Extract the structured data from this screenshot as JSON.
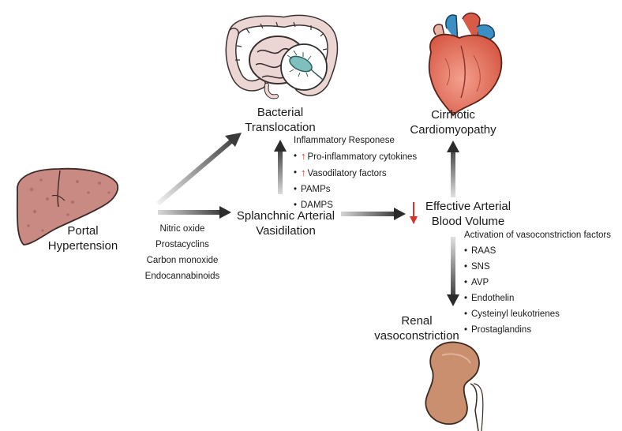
{
  "nodes": {
    "portal": {
      "line1": "Portal",
      "line2": "Hypertension"
    },
    "bacterial": {
      "line1": "Bacterial",
      "line2": "Translocation"
    },
    "cardio": {
      "line1": "Cirrhotic",
      "line2": "Cardiomyopathy"
    },
    "splanchnic": {
      "line1": "Splanchnic Arterial",
      "line2": "Vasidilation"
    },
    "effective": {
      "line1": "Effective Arterial",
      "line2": "Blood Volume"
    },
    "renal": {
      "line1": "Renal",
      "line2": "vasoconstriction"
    }
  },
  "vasodilators": [
    "Nitric oxide",
    "Prostacyclins",
    "Carbon monoxide",
    "Endocannabinoids"
  ],
  "inflammatory": {
    "heading": "Inflammatory Responese",
    "items": [
      {
        "text": "Pro-inflammatory cytokines",
        "up": true
      },
      {
        "text": "Vasodilatory factors",
        "up": true
      },
      {
        "text": "PAMPs",
        "up": false
      },
      {
        "text": "DAMPS",
        "up": false
      }
    ]
  },
  "vasoconstriction": {
    "heading": "Activation of vasoconstriction factors",
    "items": [
      "RAAS",
      "SNS",
      "AVP",
      "Endothelin",
      "Cysteinyl leukotrienes",
      "Prostaglandins"
    ]
  },
  "symbols": {
    "up_arrow": "↑"
  },
  "colors": {
    "arrow_dark": "#2b2b2b",
    "arrow_light": "#cfcfcf",
    "red_indicator": "#d8332a",
    "liver": "#c98a84",
    "kidney": "#c98f6e",
    "heart": "#e07a68",
    "vessel": "#4aa3c9"
  }
}
